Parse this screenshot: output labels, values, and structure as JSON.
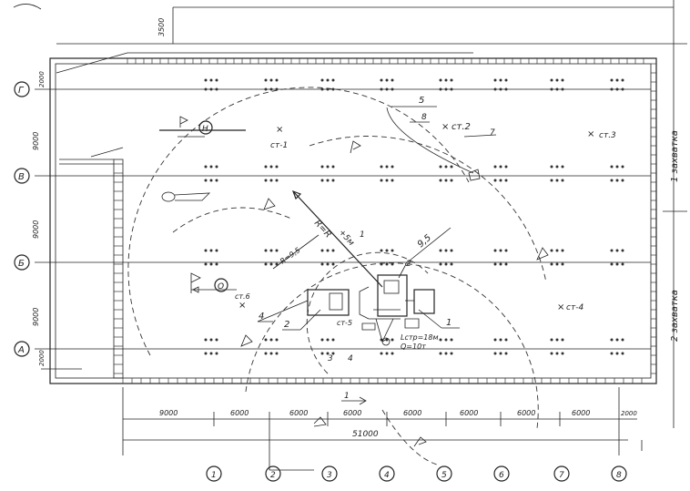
{
  "dims": {
    "top_offset": "3500",
    "rows": [
      "2000",
      "9000",
      "9000",
      "9000",
      "2000"
    ],
    "bays": [
      "9000",
      "6000",
      "6000",
      "6000",
      "6000",
      "6000",
      "6000",
      "6000",
      "2000"
    ],
    "total": "51000"
  },
  "axes": {
    "rows": [
      "Г",
      "В",
      "Б",
      "А"
    ],
    "cols": [
      "1",
      "2",
      "3",
      "4",
      "5",
      "6",
      "7",
      "8"
    ]
  },
  "zones": [
    "1 захватка",
    "2 захватка"
  ],
  "stations": [
    "ст-1",
    "ст.2",
    "ст.3",
    "ст-4",
    "ст-5",
    "ст.6"
  ],
  "callouts": [
    "1",
    "2",
    "3",
    "4",
    "5",
    "7",
    "8"
  ],
  "crane": {
    "reach": "R=R",
    "reach_plus": "+5м",
    "radius_a": "9,5",
    "radius_b": "R=9,5",
    "boom_len": "Lстр=18м",
    "capacity": "Q=10т"
  },
  "markers": [
    "Н",
    "О"
  ],
  "section_mark": "1"
}
